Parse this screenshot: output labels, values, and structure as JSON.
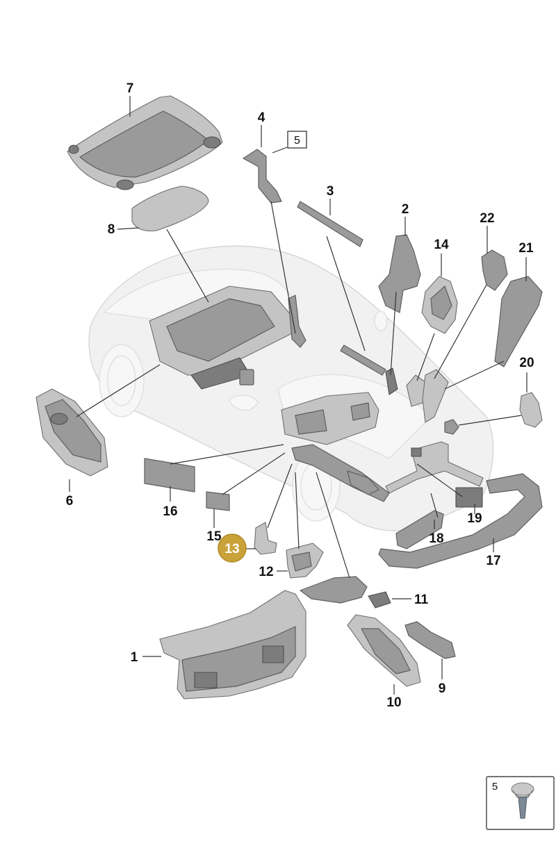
{
  "diagram": {
    "callouts": [
      {
        "id": "p1",
        "label": "1"
      },
      {
        "id": "p2",
        "label": "2"
      },
      {
        "id": "p3",
        "label": "3"
      },
      {
        "id": "p4",
        "label": "4"
      },
      {
        "id": "p5",
        "label": "5"
      },
      {
        "id": "p6",
        "label": "6"
      },
      {
        "id": "p7",
        "label": "7"
      },
      {
        "id": "p8",
        "label": "8"
      },
      {
        "id": "p9",
        "label": "9"
      },
      {
        "id": "p10",
        "label": "10"
      },
      {
        "id": "p11",
        "label": "11"
      },
      {
        "id": "p12",
        "label": "12"
      },
      {
        "id": "p13",
        "label": "13"
      },
      {
        "id": "p14",
        "label": "14"
      },
      {
        "id": "p15",
        "label": "15"
      },
      {
        "id": "p16",
        "label": "16"
      },
      {
        "id": "p17",
        "label": "17"
      },
      {
        "id": "p18",
        "label": "18"
      },
      {
        "id": "p19",
        "label": "19"
      },
      {
        "id": "p20",
        "label": "20"
      },
      {
        "id": "p21",
        "label": "21"
      },
      {
        "id": "p22",
        "label": "22"
      }
    ],
    "highlighted": "13",
    "reference_box_label": "5",
    "inset_label": "5",
    "highlight_color": "#c9a23a"
  }
}
